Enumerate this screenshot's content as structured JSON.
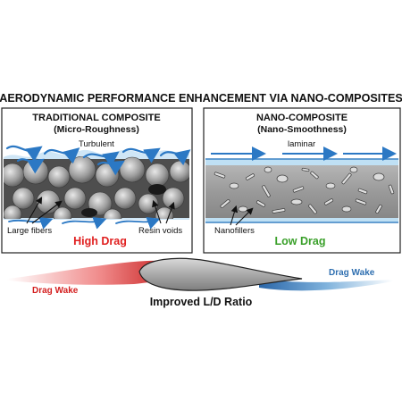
{
  "title": "AERODYNAMIC PERFORMANCE ENHANCEMENT VIA NANO-COMPOSITES",
  "left_panel": {
    "heading": "TRADITIONAL COMPOSITE",
    "subheading": "(Micro-Roughness)",
    "flow_label": "Turbulent",
    "callout_fibers": "Large fibers",
    "callout_voids": "Resin voids",
    "result": "High Drag",
    "result_color": "#e02020"
  },
  "right_panel": {
    "heading": "NANO-COMPOSITE",
    "subheading": "(Nano-Smoothness)",
    "flow_label": "laminar",
    "callout_fillers": "Nanofillers",
    "result": "Low Drag",
    "result_color": "#3aa02a"
  },
  "airfoil": {
    "left_wake_label": "Drag Wake",
    "left_wake_color": "#d42020",
    "right_wake_label": "Drag Wake",
    "right_wake_color": "#2f6fb0",
    "caption": "Improved L/D Ratio"
  }
}
